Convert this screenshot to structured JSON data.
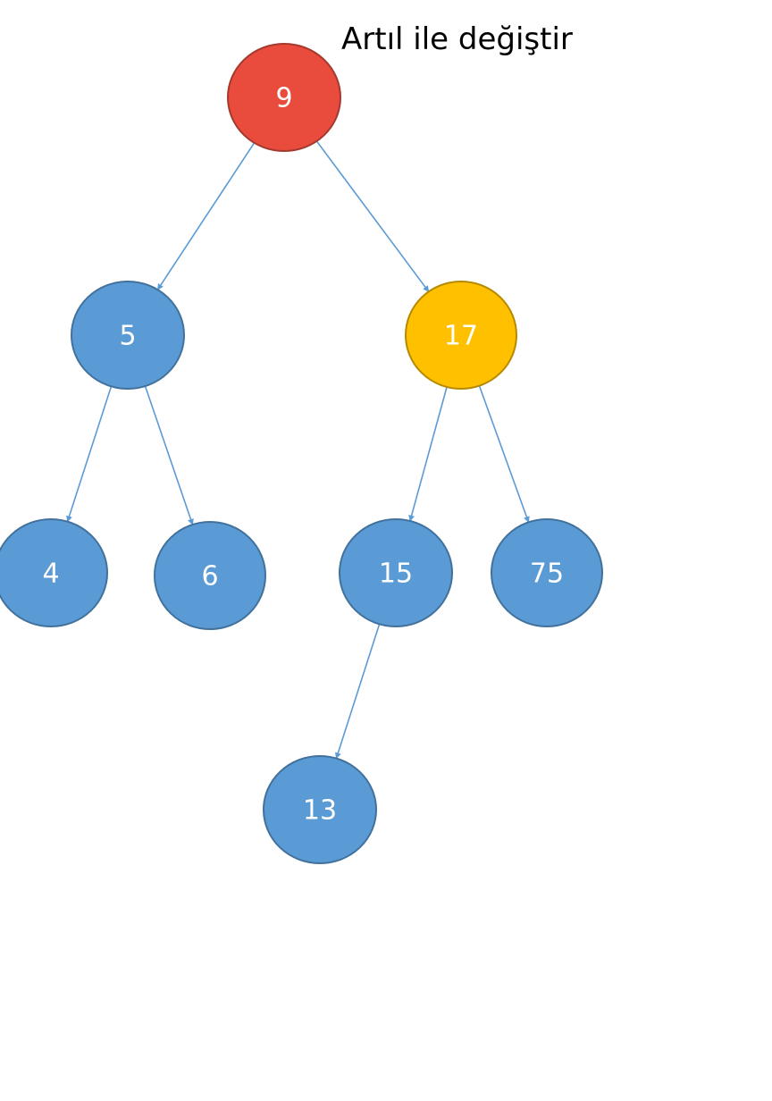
{
  "diagram": {
    "title": "Artıl ile değiştir",
    "colors": {
      "default_node_fill": "#5B9BD5",
      "default_node_stroke": "#41719C",
      "edge": "#5B9BD5",
      "label": "#FFFFFF"
    },
    "nodes": [
      {
        "id": "n9",
        "label": "9",
        "fill": "#E94B3C",
        "stroke": "#A33A2F"
      },
      {
        "id": "n5",
        "label": "5",
        "fill": "#5B9BD5",
        "stroke": "#41719C"
      },
      {
        "id": "n17",
        "label": "17",
        "fill": "#FFC000",
        "stroke": "#B58A00"
      },
      {
        "id": "n4",
        "label": "4",
        "fill": "#5B9BD5",
        "stroke": "#41719C"
      },
      {
        "id": "n6",
        "label": "6",
        "fill": "#5B9BD5",
        "stroke": "#41719C"
      },
      {
        "id": "n15",
        "label": "15",
        "fill": "#5B9BD5",
        "stroke": "#41719C"
      },
      {
        "id": "n75",
        "label": "75",
        "fill": "#5B9BD5",
        "stroke": "#41719C"
      },
      {
        "id": "n13",
        "label": "13",
        "fill": "#5B9BD5",
        "stroke": "#41719C"
      }
    ],
    "edges": [
      {
        "from": "n9",
        "to": "n5"
      },
      {
        "from": "n9",
        "to": "n17"
      },
      {
        "from": "n5",
        "to": "n4"
      },
      {
        "from": "n5",
        "to": "n6"
      },
      {
        "from": "n17",
        "to": "n15"
      },
      {
        "from": "n17",
        "to": "n75"
      },
      {
        "from": "n15",
        "to": "n13"
      }
    ]
  }
}
